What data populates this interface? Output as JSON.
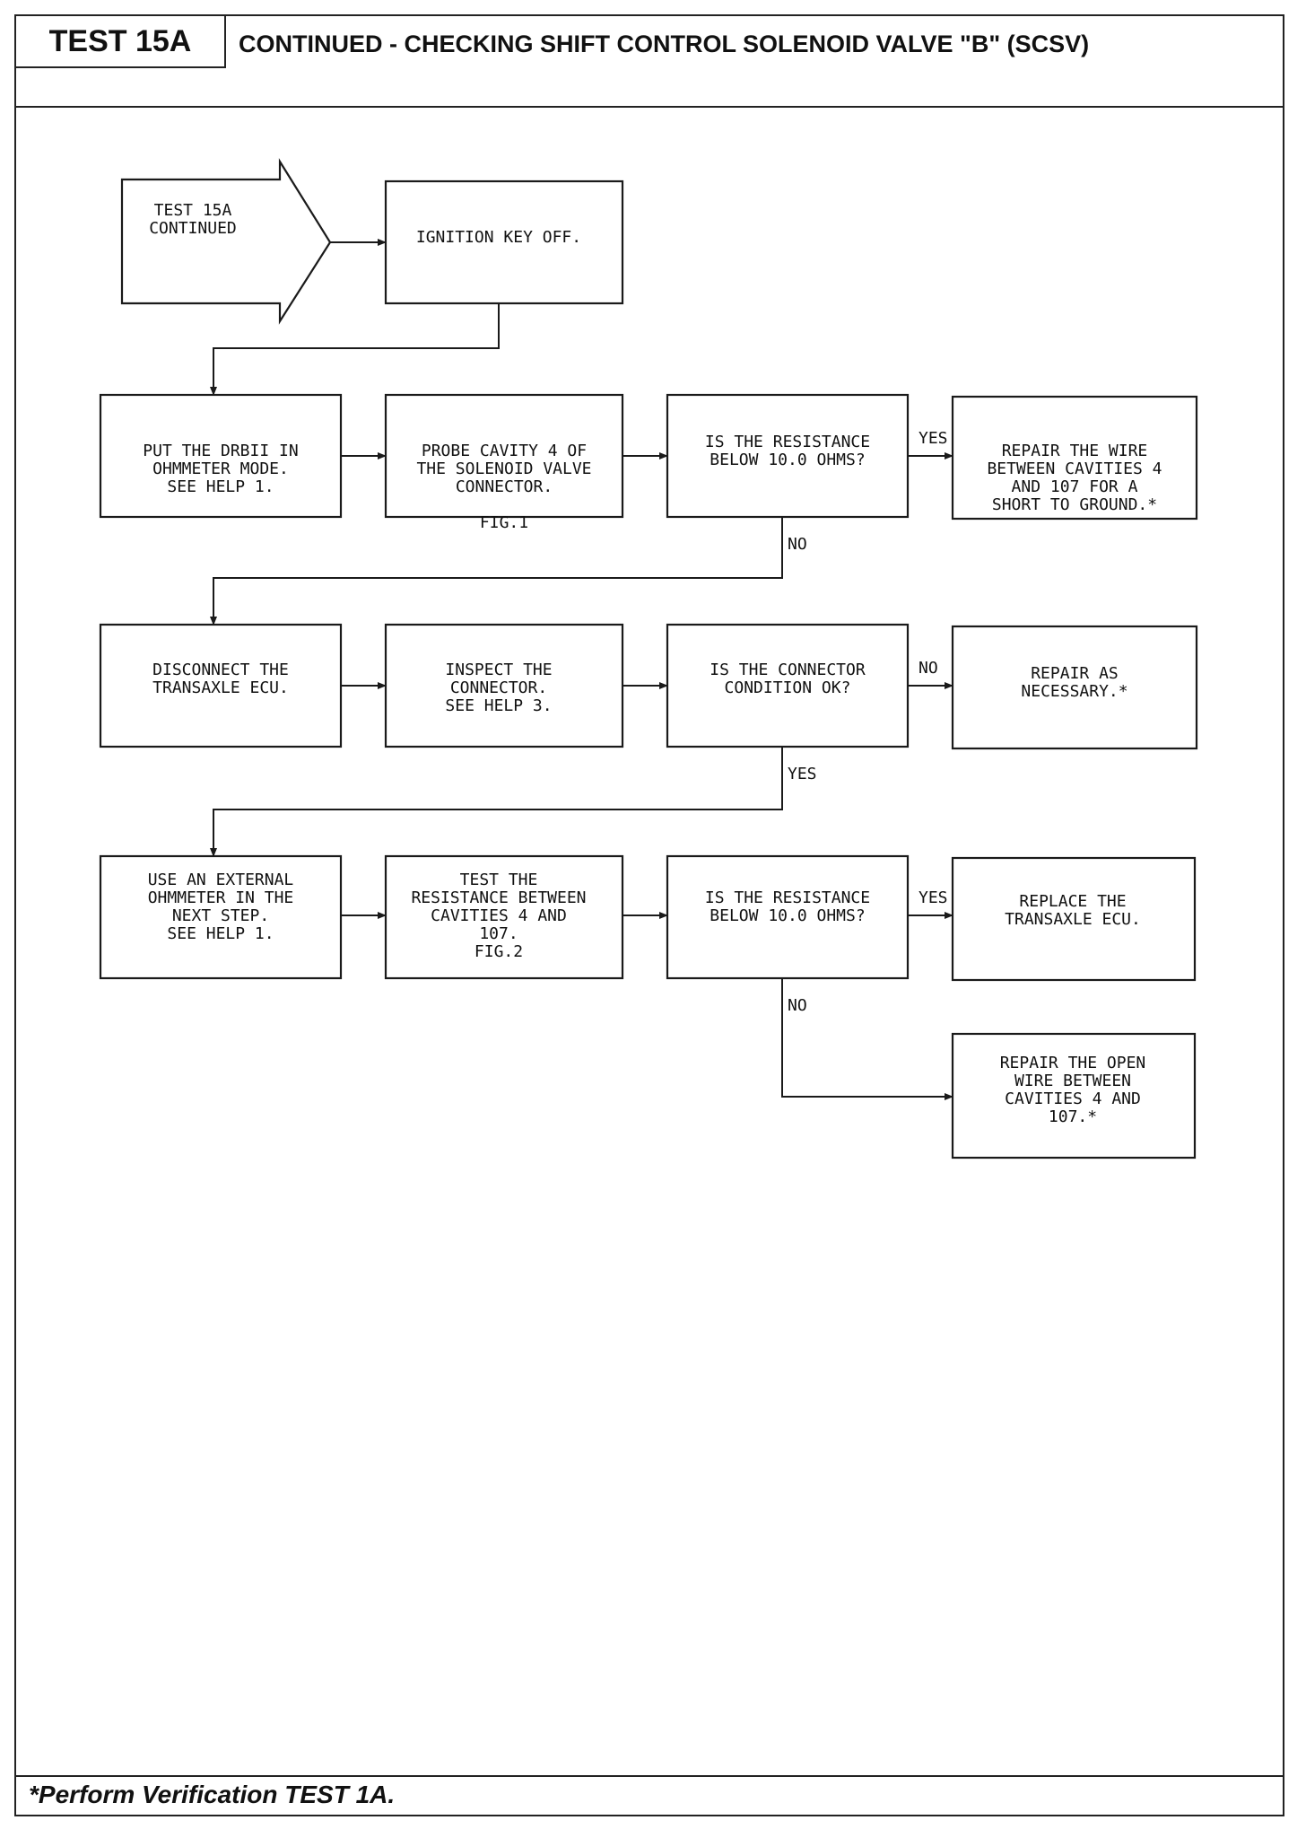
{
  "header": {
    "test_id": "TEST 15A",
    "title": "CONTINUED - CHECKING SHIFT CONTROL SOLENOID VALVE \"B\" (SCSV)"
  },
  "nodes": {
    "start": [
      "TEST 15A",
      "CONTINUED"
    ],
    "ignition_off": [
      "IGNITION KEY OFF."
    ],
    "ohmmeter_mode": [
      "PUT THE DRBII IN",
      "OHMMETER MODE.",
      "SEE HELP 1."
    ],
    "probe_cavity": [
      "PROBE CAVITY 4 OF",
      "THE SOLENOID VALVE",
      "CONNECTOR.",
      "",
      "FIG.1"
    ],
    "resistance_q1": [
      "IS THE RESISTANCE",
      "BELOW 10.0 OHMS?"
    ],
    "repair_short": [
      "REPAIR THE WIRE",
      "BETWEEN CAVITIES 4",
      "AND 107 FOR A",
      "SHORT TO GROUND.*"
    ],
    "disconnect_ecu": [
      "DISCONNECT THE",
      "TRANSAXLE ECU."
    ],
    "inspect_connector": [
      "INSPECT THE",
      "CONNECTOR.",
      "SEE HELP 3."
    ],
    "connector_q": [
      "IS THE CONNECTOR",
      "CONDITION OK?"
    ],
    "repair_necessary": [
      "REPAIR AS",
      "NECESSARY.*"
    ],
    "external_ohmmeter": [
      "USE AN EXTERNAL",
      "OHMMETER IN THE",
      "NEXT STEP.",
      "SEE HELP 1."
    ],
    "test_resistance": [
      "TEST THE",
      "RESISTANCE BETWEEN",
      "CAVITIES 4 AND",
      "107.",
      "FIG.2"
    ],
    "resistance_q2": [
      "IS THE RESISTANCE",
      "BELOW 10.0 OHMS?"
    ],
    "replace_ecu": [
      "REPLACE THE",
      "TRANSAXLE ECU."
    ],
    "repair_open": [
      "REPAIR THE OPEN",
      "WIRE BETWEEN",
      "CAVITIES 4 AND",
      "107.*"
    ]
  },
  "edge_labels": {
    "q1_yes": "YES",
    "q1_no": "NO",
    "connector_no": "NO",
    "connector_yes": "YES",
    "q2_yes": "YES",
    "q2_no": "NO"
  },
  "footer": {
    "note": "*Perform Verification TEST 1A."
  }
}
